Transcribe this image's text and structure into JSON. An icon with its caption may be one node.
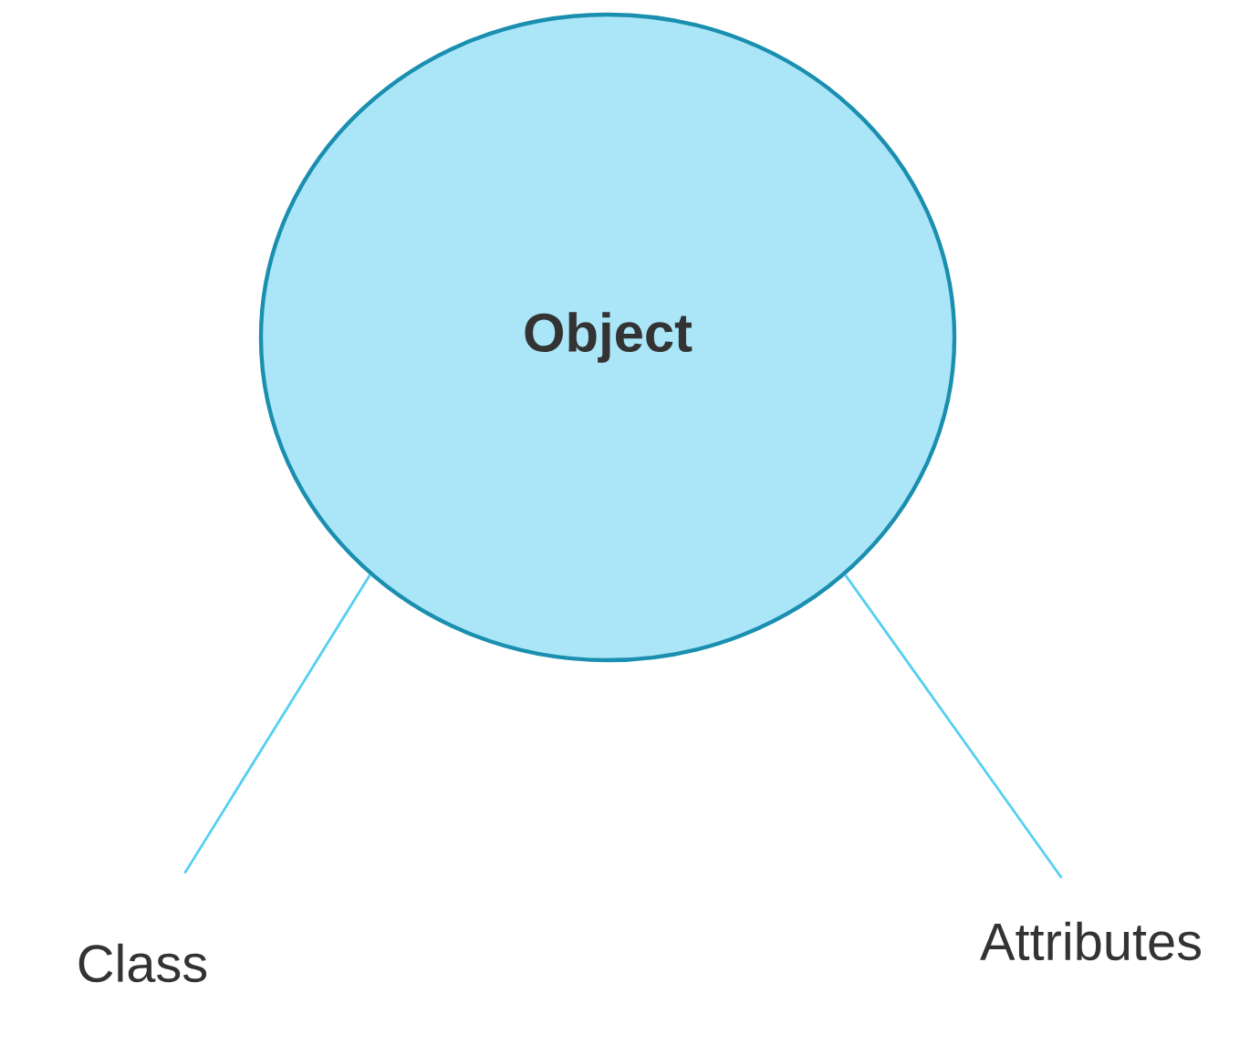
{
  "diagram": {
    "nodes": [
      {
        "text": [
          "Object"
        ]
      },
      {
        "text": [
          "Class"
        ]
      },
      {
        "text": [
          "Attributes"
        ]
      }
    ],
    "edges": [
      {
        "from": 0,
        "to": 1,
        "arrow": "none"
      },
      {
        "from": 0,
        "to": 2,
        "arrow": "none"
      }
    ]
  }
}
